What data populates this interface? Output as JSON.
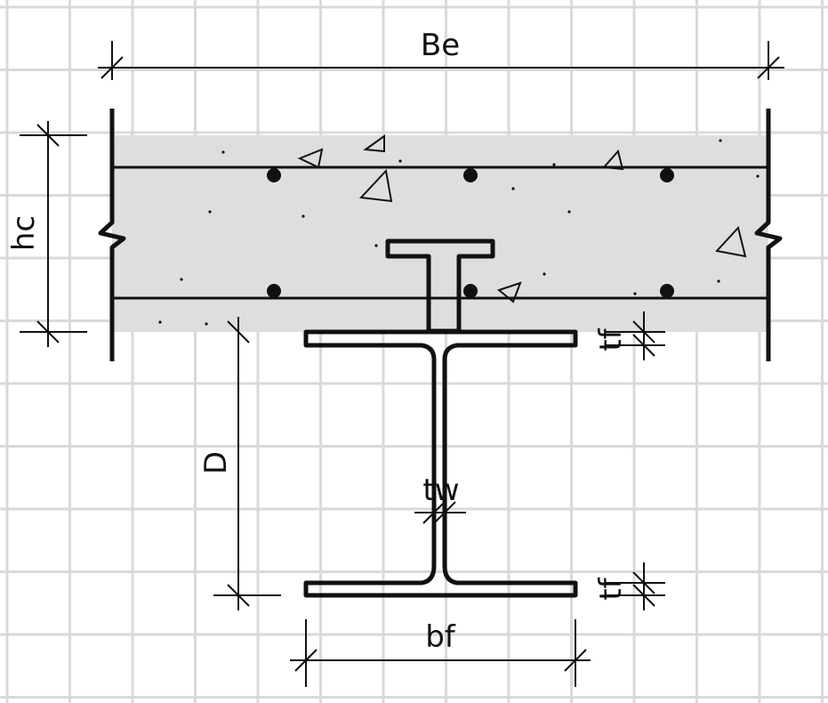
{
  "diagram": {
    "labels": {
      "effective_width": "Be",
      "slab_depth": "hc",
      "beam_depth": "D",
      "flange_thickness_top": "tf",
      "flange_thickness_bottom": "tf",
      "web_thickness": "tw",
      "flange_width": "bf"
    },
    "colors": {
      "grid": "#d9d9d9",
      "concrete": "#dedede",
      "steel": "#f8d97a",
      "outline": "#111111"
    }
  }
}
